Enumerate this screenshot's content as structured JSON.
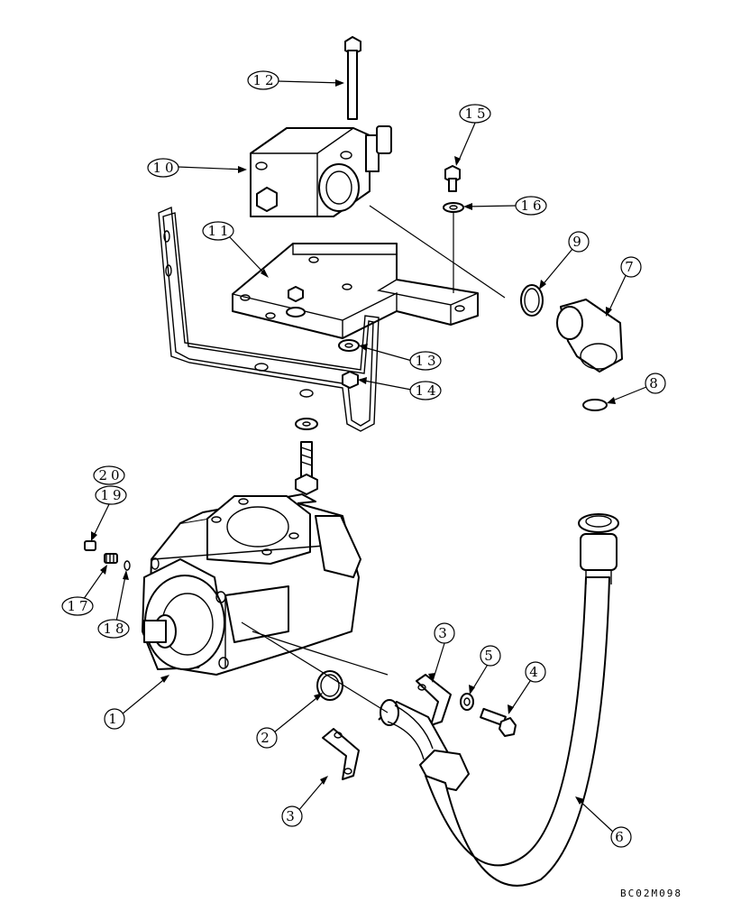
{
  "callouts": {
    "c1": "1",
    "c2": "2",
    "c3a": "3",
    "c3b": "3",
    "c4": "4",
    "c5": "5",
    "c6": "6",
    "c7": "7",
    "c8": "8",
    "c9": "9",
    "c10": "10",
    "c11": "11",
    "c12": "12",
    "c13": "13",
    "c14": "14",
    "c15": "15",
    "c16": "16",
    "c17": "17",
    "c18": "18",
    "c19": "19",
    "c20": "20"
  },
  "drawing_code": "BC02M098"
}
